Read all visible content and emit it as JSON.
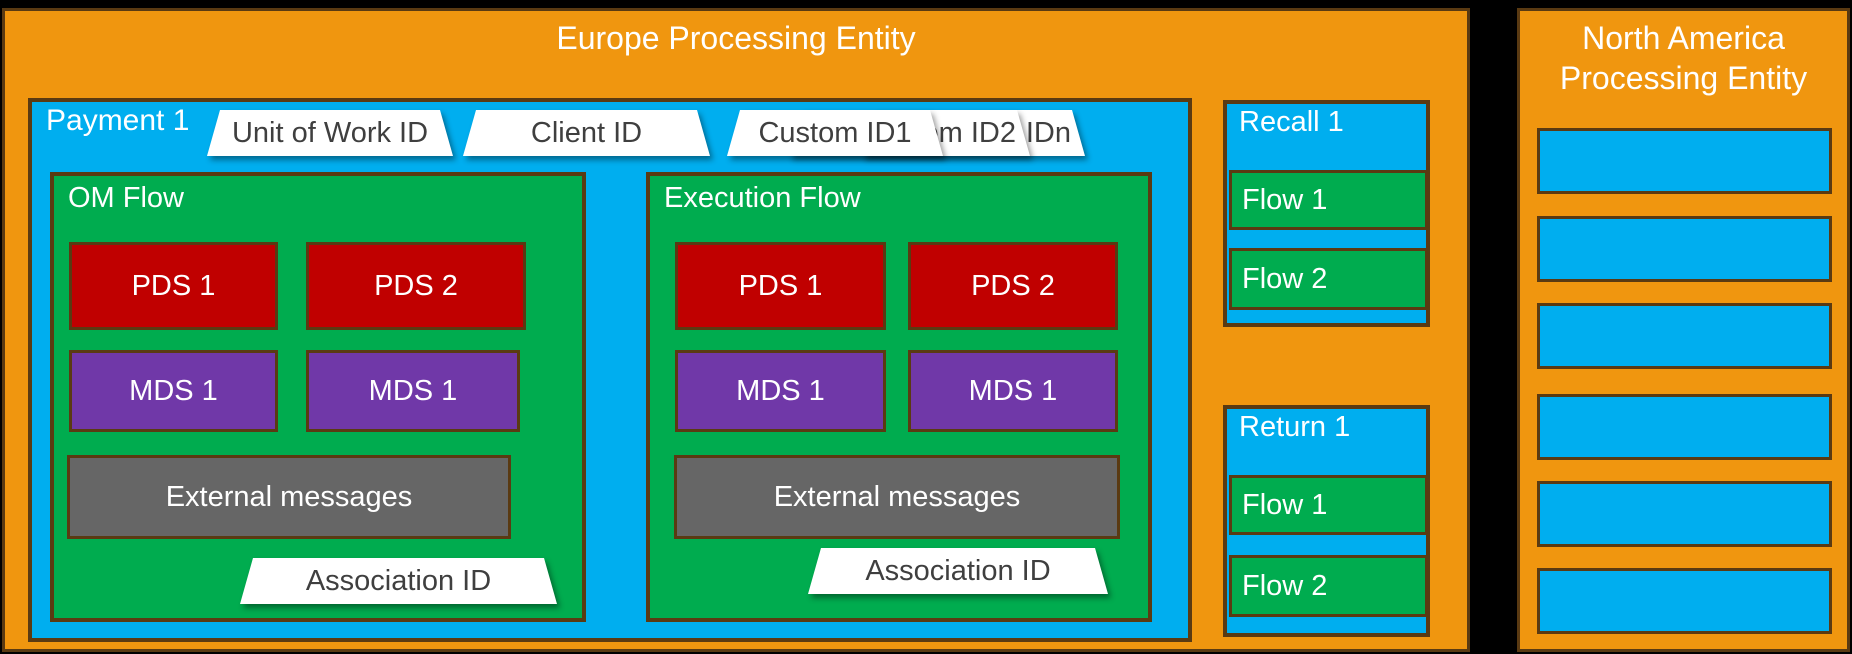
{
  "colors": {
    "background": "#000000",
    "orange": "#F0960F",
    "blue": "#00AEEF",
    "green": "#00AC4F",
    "red": "#C00000",
    "purple": "#7038A8",
    "gray": "#666666",
    "border": "#5A3A12",
    "tag_bg": "#FFFFFF",
    "tag_text": "#3F3F3F",
    "text": "#FFFFFF"
  },
  "europe": {
    "title": "Europe Processing Entity",
    "payment": {
      "label": "Payment 1",
      "tags": {
        "unit_of_work": "Unit of Work ID",
        "client": "Client ID",
        "custom1": "Custom ID1",
        "custom2_visible": "om ID2",
        "customn_visible": "IDn"
      },
      "flows": [
        {
          "label": "OM Flow",
          "pds": [
            "PDS 1",
            "PDS 2"
          ],
          "mds": [
            "MDS 1",
            "MDS 1"
          ],
          "external": "External messages",
          "association": "Association ID"
        },
        {
          "label": "Execution Flow",
          "pds": [
            "PDS 1",
            "PDS 2"
          ],
          "mds": [
            "MDS 1",
            "MDS 1"
          ],
          "external": "External messages",
          "association": "Association ID"
        }
      ]
    },
    "recall": {
      "label": "Recall 1",
      "flows": [
        "Flow 1",
        "Flow 2"
      ]
    },
    "return": {
      "label": "Return 1",
      "flows": [
        "Flow 1",
        "Flow 2"
      ]
    }
  },
  "north_america": {
    "title_line1": "North America",
    "title_line2": "Processing Entity",
    "slots": 6,
    "slot_tops": [
      117,
      205,
      292,
      383,
      470,
      557
    ]
  }
}
